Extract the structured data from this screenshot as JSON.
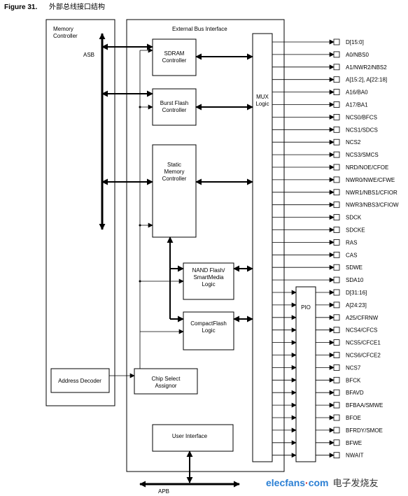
{
  "figure": {
    "number": "Figure 31.",
    "caption": "外部总线接口结构"
  },
  "blocks": {
    "memory_controller": "Memory Controller",
    "external_bus_interface": "External Bus Interface",
    "asb": "ASB",
    "sdram_controller": "SDRAM Controller",
    "burst_flash_controller": "Burst Flash Controller",
    "static_memory_controller": "Static Memory Controller",
    "nand_flash_logic": "NAND Flash/ SmartMedia Logic",
    "compactflash_logic": "CompactFlash Logic",
    "mux_logic": "MUX Logic",
    "pio": "PIO",
    "address_decoder": "Address Decoder",
    "chip_select_assignor": "Chip Select Assignor",
    "user_interface": "User Interface",
    "apb": "APB"
  },
  "signals_mux": [
    "D[15:0]",
    "A0/NBS0",
    "A1/NWR2/NBS2",
    "A[15:2], A[22:18]",
    "A16/BA0",
    "A17/BA1",
    "NCS0/BFCS",
    "NCS1/SDCS",
    "NCS2",
    "NCS3/SMCS",
    "NRD/NOE/CFOE",
    "NWR0/NWE/CFWE",
    "NWR1/NBS1/CFIOR",
    "NWR3/NBS3/CFIOW",
    "SDCK",
    "SDCKE",
    "RAS",
    "CAS",
    "SDWE",
    "SDA10"
  ],
  "signals_pio": [
    "D[31:16]",
    "A[24:23]",
    "A25/CFRNW",
    "NCS4/CFCS",
    "NCS5/CFCE1",
    "NCS6/CFCE2",
    "NCS7",
    "BFCK",
    "BFAVD",
    "BFBAA/SMWE",
    "BFOE",
    "BFRDY/SMOE",
    "BFWE",
    "NWAIT"
  ],
  "watermark": {
    "site": "elecfans",
    "dot": "·",
    "com": "com",
    "cn": "电子发烧友",
    "colors": {
      "site": "#2a7fd4",
      "dot": "#d62828",
      "com": "#2a7fd4",
      "cn": "#333333"
    }
  }
}
